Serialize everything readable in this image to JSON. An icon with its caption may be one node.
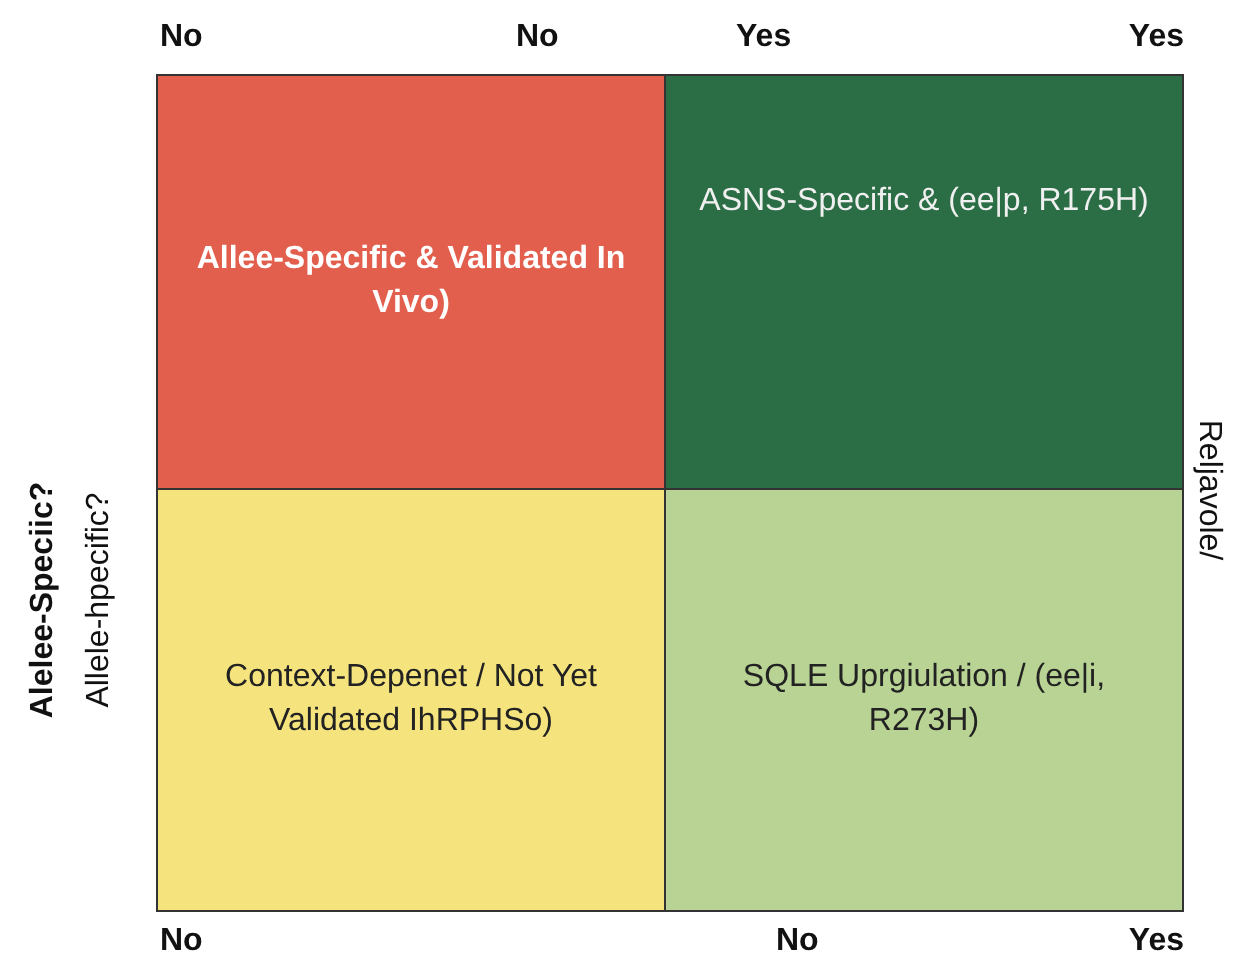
{
  "diagram": {
    "nodes": [
      {
        "text": [
          "Allee-Specific & Validated In Vivo)"
        ]
      },
      {
        "text": [
          "ASNS-Specific & (ee|p, R175H)"
        ]
      },
      {
        "text": [
          "Context-Depenet / Not Yet Validated IhRPHSo)"
        ]
      },
      {
        "text": [
          "SQLE Uprgiulation / (ee|i, R273H)"
        ]
      }
    ],
    "labels": [
      "No",
      "No",
      "Yes",
      "Yes",
      "Alelee-Speciic?",
      "Allele-hpecific?",
      "Reljavole/",
      "No",
      "No",
      "Yes"
    ]
  }
}
